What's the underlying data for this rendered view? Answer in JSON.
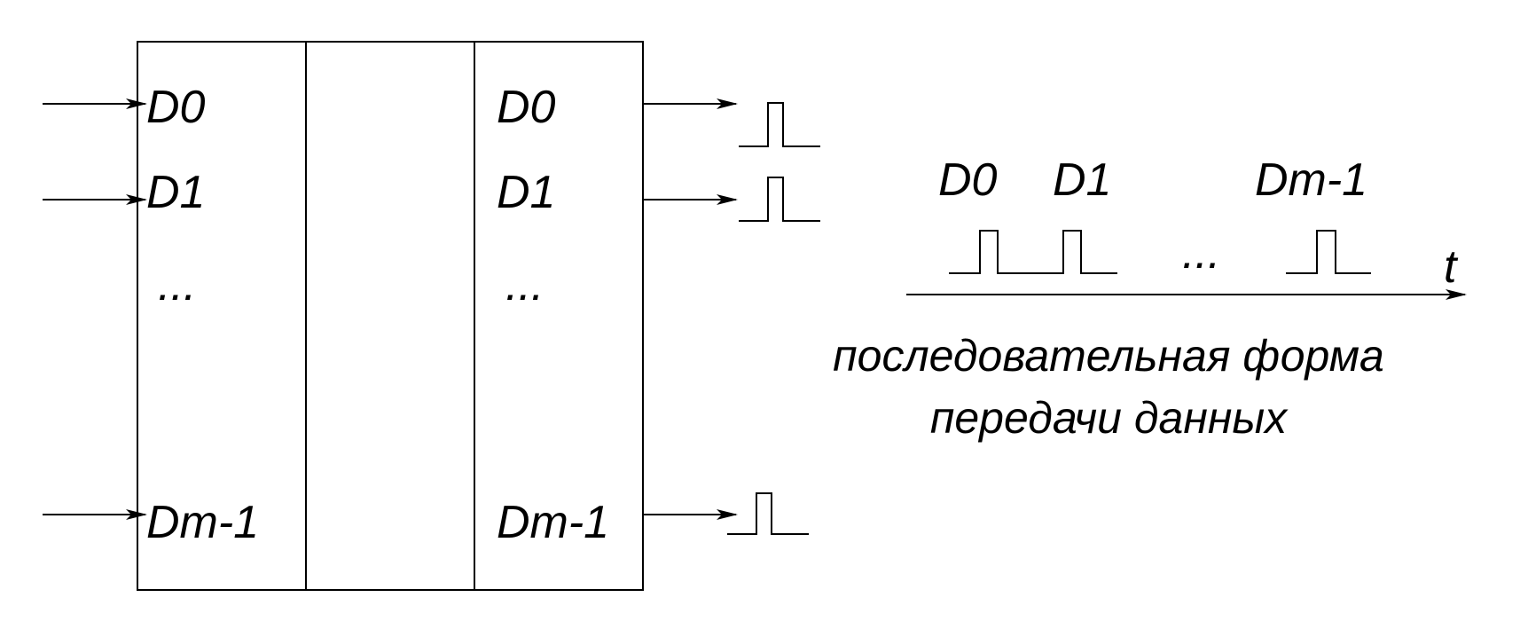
{
  "left_block": {
    "inputs": [
      "D0",
      "D1",
      "...",
      "Dm-1"
    ]
  },
  "right_block": {
    "outputs": [
      "D0",
      "D1",
      "...",
      "Dm-1"
    ]
  },
  "serial": {
    "labels": [
      "D0",
      "D1",
      "Dm-1"
    ],
    "ellipsis": "...",
    "axis_label": "t",
    "caption_line1": "последовательная форма",
    "caption_line2": "передачи данных"
  },
  "colors": {
    "line": "#000000",
    "background": "#ffffff"
  }
}
